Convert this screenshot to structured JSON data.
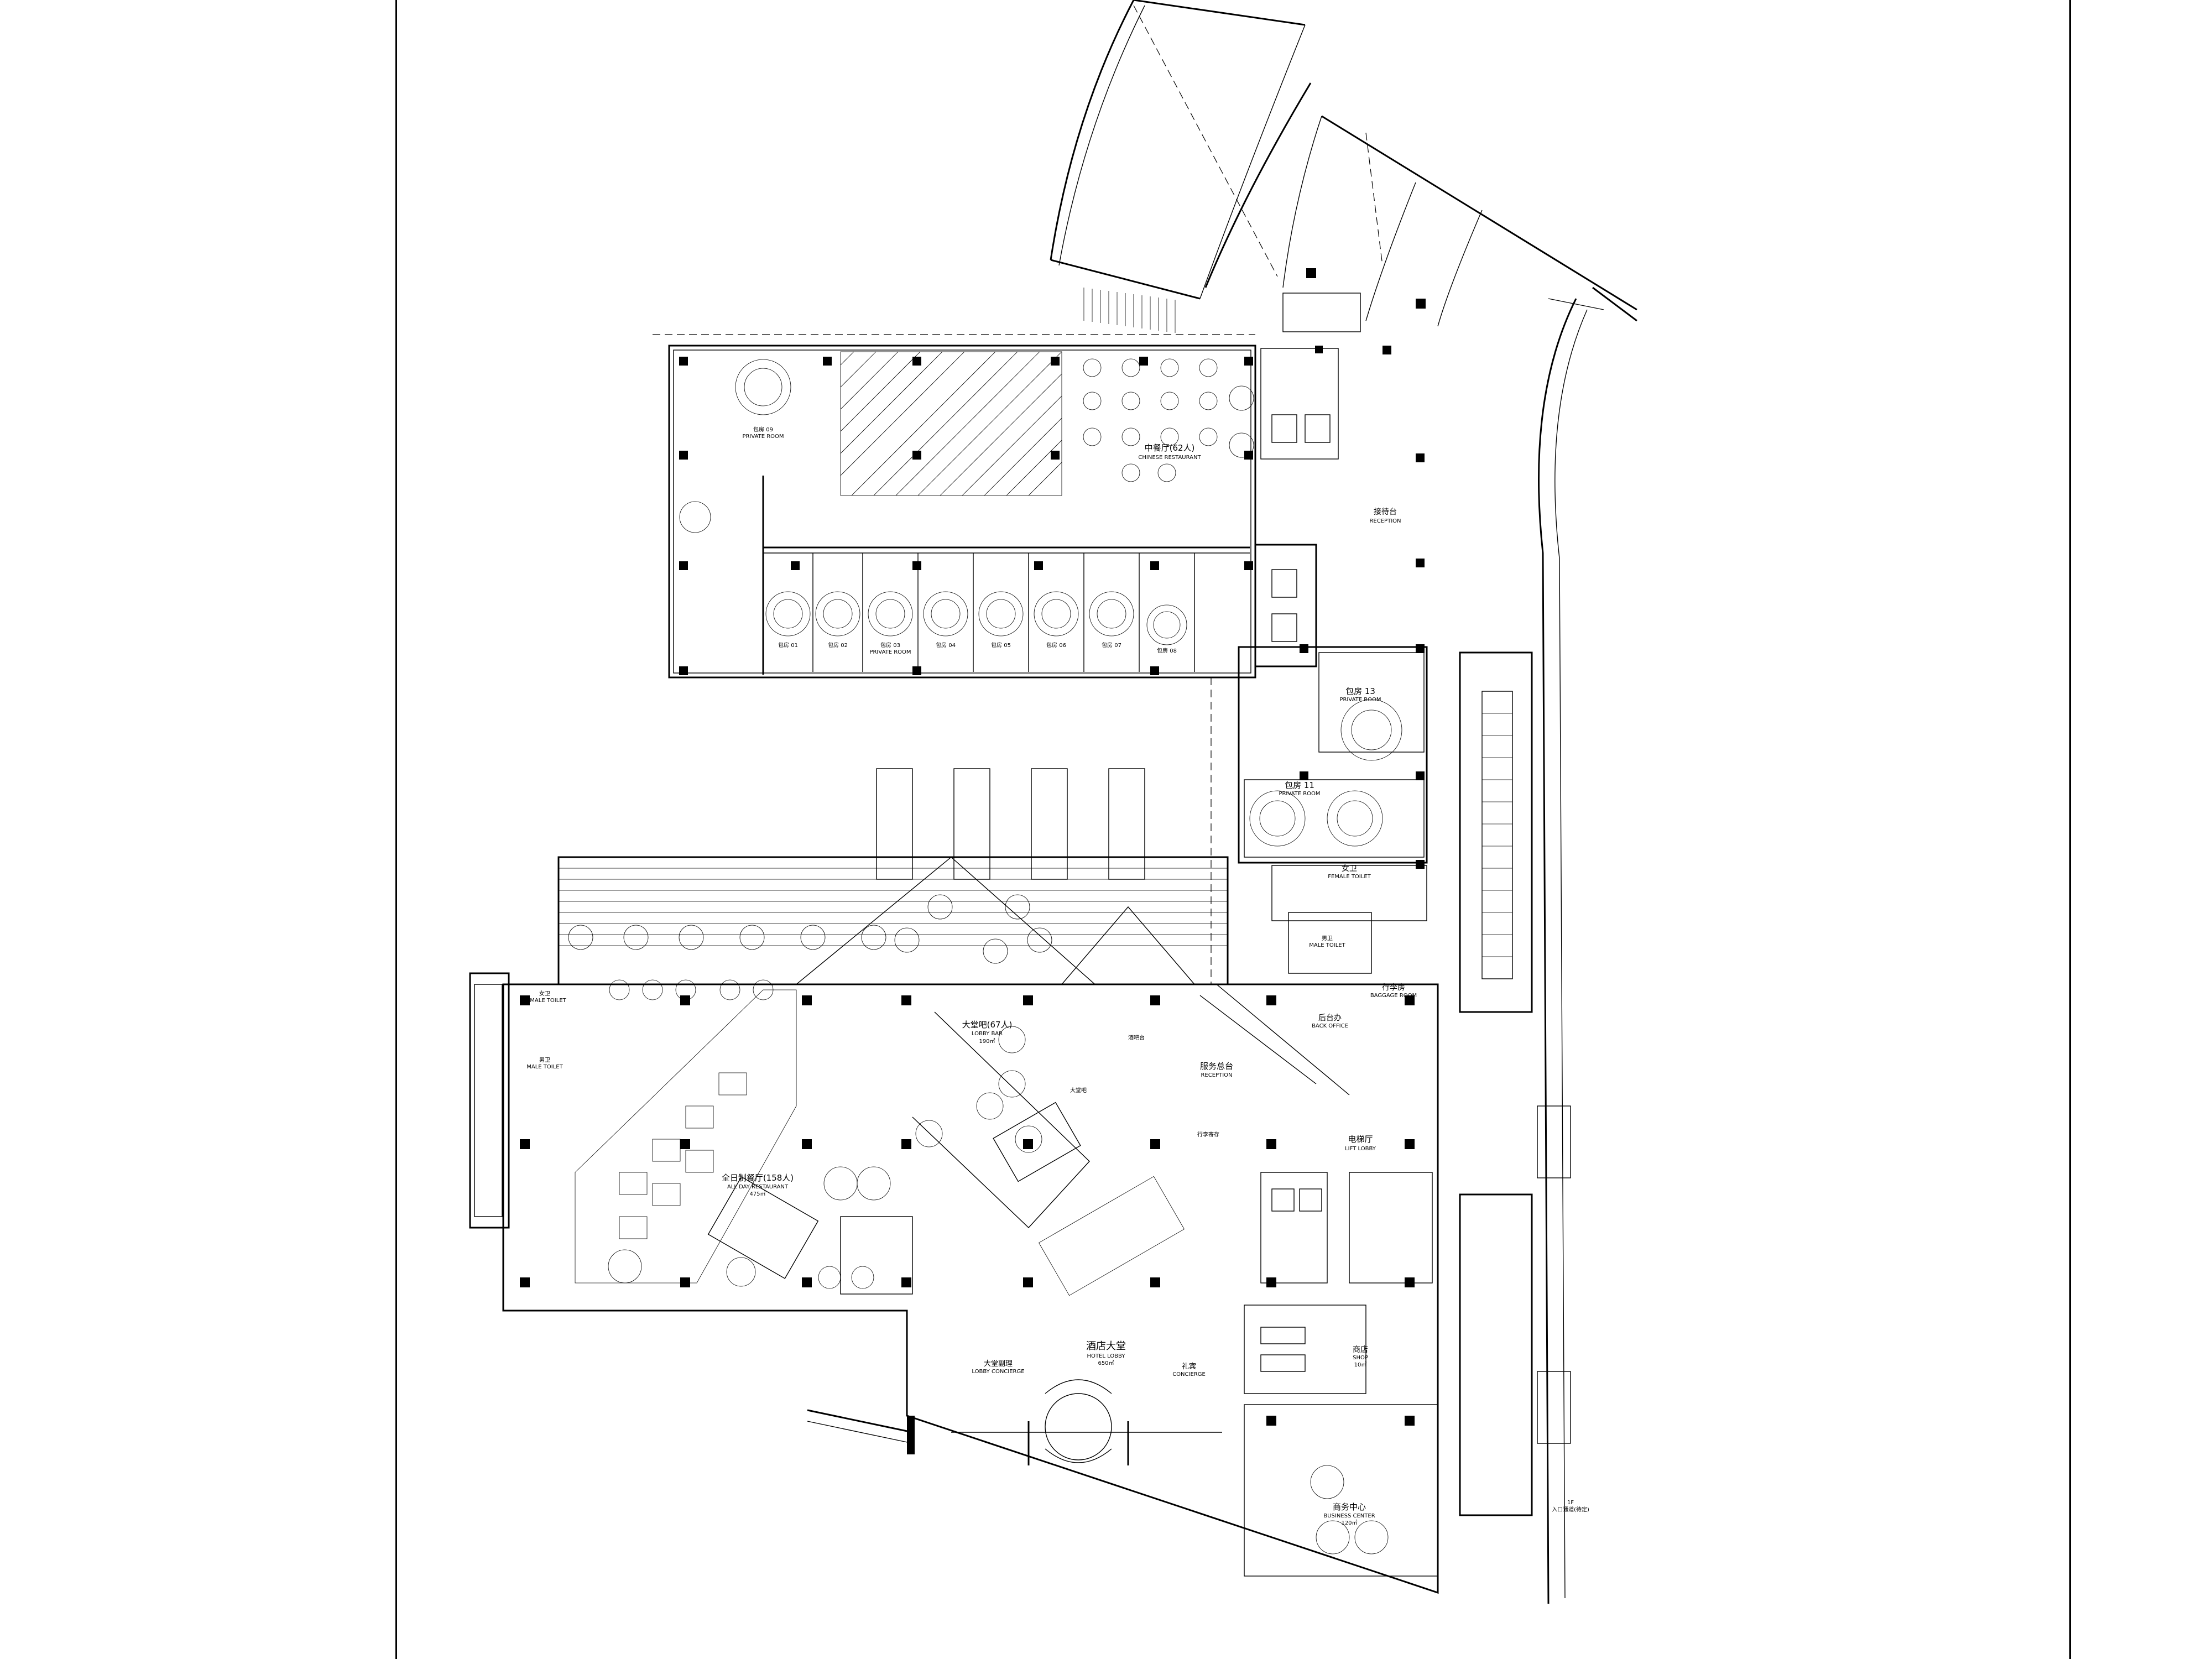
{
  "plan": {
    "rooms": [
      {
        "id": "chinese-restaurant",
        "label": "中餐厅(62人)",
        "sub": "CHINESE RESTAURANT"
      },
      {
        "id": "reception-upper",
        "label": "接待台",
        "sub": "RECEPTION"
      },
      {
        "id": "private-room-13",
        "label": "包房 13",
        "sub": "PRIVATE ROOM"
      },
      {
        "id": "private-room-11",
        "label": "包房 11",
        "sub": "PRIVATE ROOM"
      },
      {
        "id": "female-toilet-right",
        "label": "女卫",
        "sub": "FEMALE TOILET"
      },
      {
        "id": "male-toilet-right",
        "label": "男卫",
        "sub": "MALE TOILET"
      },
      {
        "id": "luggage-room",
        "label": "行李房",
        "sub": "BAGGAGE ROOM"
      },
      {
        "id": "back-office",
        "label": "后台办",
        "sub": "BACK OFFICE"
      },
      {
        "id": "lobby-bar",
        "label": "大堂吧(67人)",
        "sub": "LOBBY BAR",
        "area": "190㎡"
      },
      {
        "id": "reception-desk",
        "label": "服务总台",
        "sub": "RECEPTION"
      },
      {
        "id": "lift-lobby",
        "label": "电梯厅",
        "sub": "LIFT LOBBY"
      },
      {
        "id": "all-day-restaurant",
        "label": "全日制餐厅(158人)",
        "sub": "ALL DAY RESTAURANT",
        "area": "475㎡"
      },
      {
        "id": "hotel-lobby",
        "label": "酒店大堂",
        "sub": "HOTEL LOBBY",
        "area": "650㎡"
      },
      {
        "id": "lobby-concierge",
        "label": "大堂副理",
        "sub": "LOBBY CONCIERGE"
      },
      {
        "id": "concierge",
        "label": "礼宾",
        "sub": "CONCIERGE"
      },
      {
        "id": "shop",
        "label": "商店",
        "sub": "SHOP",
        "area": "10㎡"
      },
      {
        "id": "business-center",
        "label": "商务中心",
        "sub": "BUSINESS CENTER",
        "area": "120㎡"
      },
      {
        "id": "female-toilet-left",
        "label": "女卫",
        "sub": "FEMALE TOILET"
      },
      {
        "id": "male-toilet-left",
        "label": "男卫",
        "sub": "MALE TOILET"
      }
    ],
    "private_rooms": [
      "包房 01",
      "包房 02",
      "包房 03",
      "包房 04",
      "包房 05",
      "包房 06",
      "包房 07",
      "包房 08"
    ],
    "private_rooms_sub": "PRIVATE ROOM",
    "upper_left_private": {
      "label": "包房 09",
      "sub": "PRIVATE ROOM"
    },
    "annotations": {
      "note_a": "酒吧台",
      "note_b": "行李寄存",
      "note_c": "大堂吧",
      "site_note": "1F",
      "site_note_2": "入口通道(待定)"
    }
  }
}
